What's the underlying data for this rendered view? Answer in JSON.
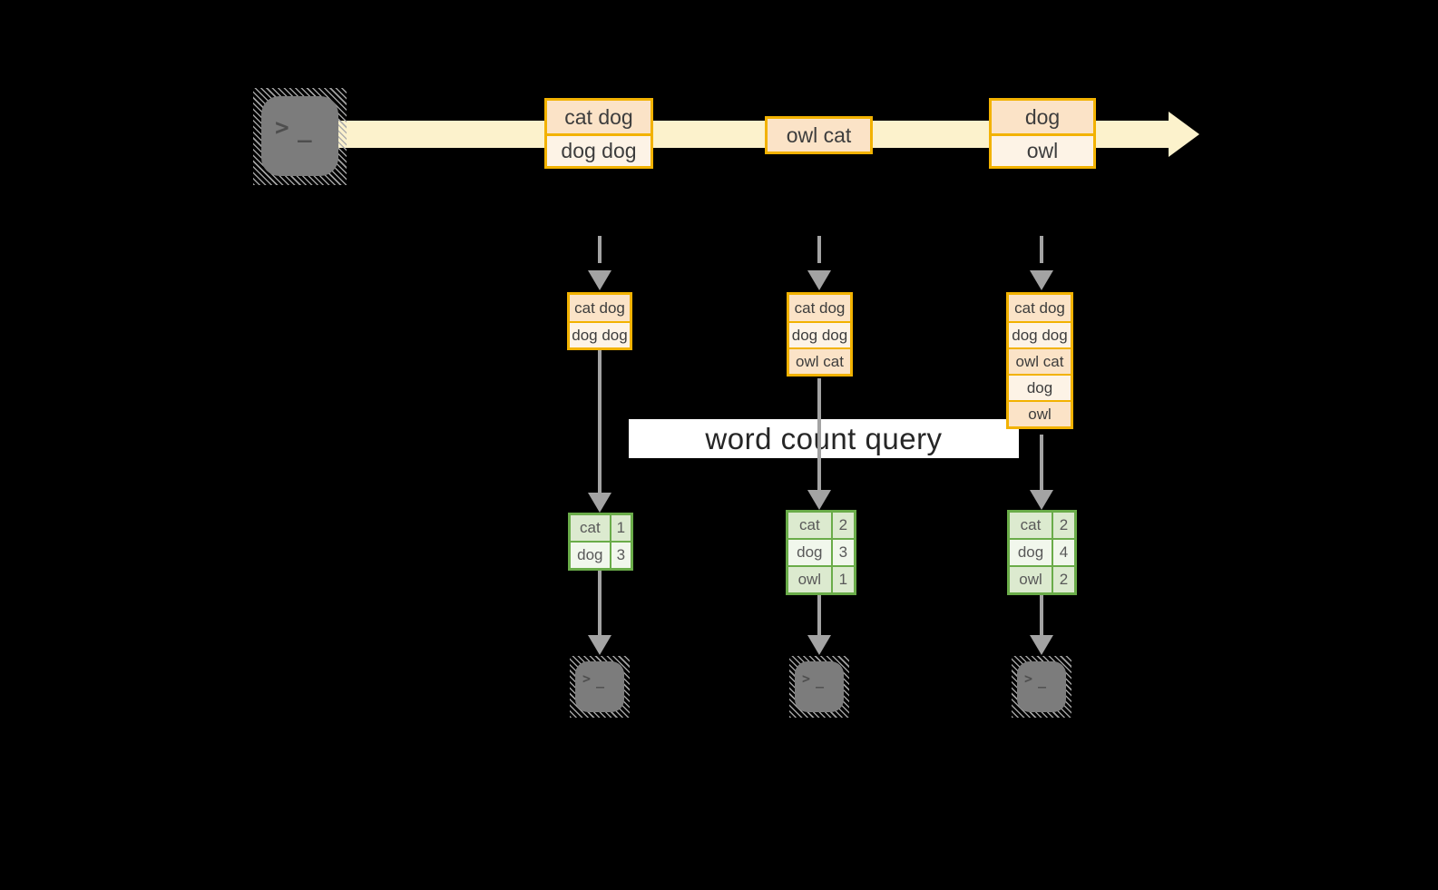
{
  "label": {
    "query": "word count query"
  },
  "icons": {
    "prompt_chevron": ">",
    "prompt_underscore": "_",
    "source_terminal": "terminal-icon",
    "sink_terminal": "terminal-icon",
    "timeline_arrowhead": "right-arrow",
    "down_arrowhead": "down-arrow"
  },
  "events": {
    "e1": [
      "cat dog",
      "dog dog"
    ],
    "e2": [
      "owl cat"
    ],
    "e3": [
      "dog",
      "owl"
    ]
  },
  "states": {
    "s1": [
      "cat dog",
      "dog dog"
    ],
    "s2": [
      "cat dog",
      "dog dog",
      "owl cat"
    ],
    "s3": [
      "cat dog",
      "dog dog",
      "owl cat",
      "dog",
      "owl"
    ]
  },
  "counts": {
    "t1": [
      [
        "cat",
        "1"
      ],
      [
        "dog",
        "3"
      ]
    ],
    "t2": [
      [
        "cat",
        "2"
      ],
      [
        "dog",
        "3"
      ],
      [
        "owl",
        "1"
      ]
    ],
    "t3": [
      [
        "cat",
        "2"
      ],
      [
        "dog",
        "4"
      ],
      [
        "owl",
        "2"
      ]
    ]
  },
  "colors": {
    "bg": "#000000",
    "band": "#fcf2cc",
    "gold": "#f2b200",
    "peach": "#fbe3c7",
    "cream": "#fdf3e6",
    "green": "#6aac49",
    "green_dark": "#dceacf",
    "green_light": "#f1f7ec",
    "arrow_gray": "#a3a3a3",
    "icon_gray": "#7c7c7c",
    "text_dark": "#3d3d3d",
    "label_text": "#262626"
  }
}
